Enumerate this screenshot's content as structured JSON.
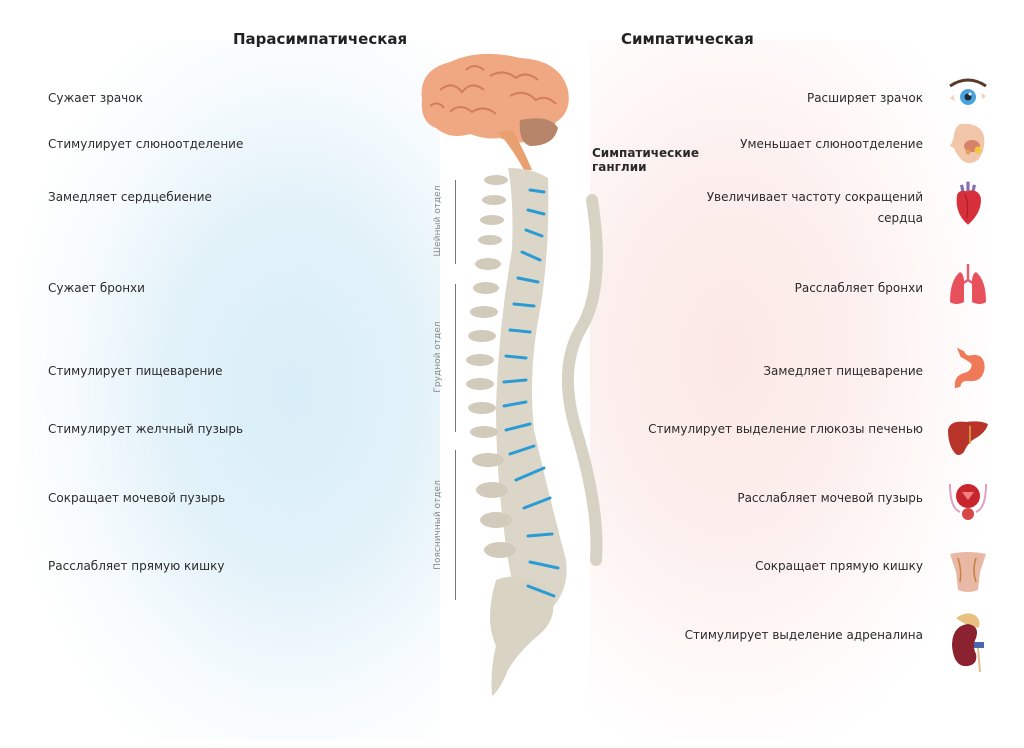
{
  "headings": {
    "parasympathetic": "Парасимпатическая",
    "sympathetic": "Симпатическая"
  },
  "parasympathetic_effects": [
    "Сужает зрачок",
    "Стимулирует слюноотделение",
    "Замедляет сердцебиение",
    "Сужает бронхи",
    "Стимулирует пищеварение",
    "Стимулирует желчный пузырь",
    "Сокращает мочевой пузырь",
    "Расслабляет прямую кишку"
  ],
  "sympathetic_effects": [
    {
      "text": "Расширяет зрачок",
      "icon": "eye-icon"
    },
    {
      "text": "Уменьшает слюноотделение",
      "icon": "salivary-gland-icon"
    },
    {
      "text": "Увеличивает частоту сокращений",
      "text2": "сердца",
      "icon": "heart-icon"
    },
    {
      "text": "Расслабляет бронхи",
      "icon": "lungs-icon"
    },
    {
      "text": "Замедляет пищеварение",
      "icon": "stomach-icon"
    },
    {
      "text": "Стимулирует выделение глюкозы печенью",
      "icon": "liver-icon"
    },
    {
      "text": "Расслабляет мочевой пузырь",
      "icon": "bladder-icon"
    },
    {
      "text": "Сокращает прямую кишку",
      "icon": "rectum-icon"
    },
    {
      "text": "Стимулирует выделение адреналина",
      "icon": "kidney-adrenal-icon"
    }
  ],
  "center": {
    "ganglia_line1": "Симпатические",
    "ganglia_line2": "ганглии",
    "sections": [
      "Шейный отдел",
      "Грудной отдел",
      "Поясничный отдел"
    ]
  },
  "colors": {
    "parasympathetic_bg": "#e3f2f9",
    "sympathetic_bg": "#fcefed",
    "disc_blue": "#2a9bd4",
    "bone": "#d9d4c7",
    "brain": "#f0a882"
  }
}
